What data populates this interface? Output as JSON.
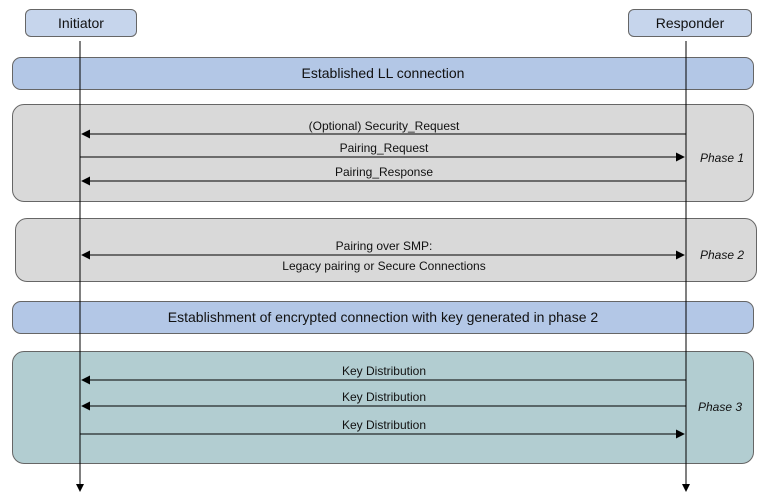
{
  "actors": {
    "initiator": "Initiator",
    "responder": "Responder"
  },
  "bars": {
    "ll_connection": "Established LL connection",
    "encrypted": "Establishment of encrypted connection with key generated in phase 2"
  },
  "phases": {
    "phase1": {
      "label": "Phase 1",
      "messages": [
        {
          "text": "(Optional) Security_Request",
          "direction": "to-initiator"
        },
        {
          "text": "Pairing_Request",
          "direction": "to-responder"
        },
        {
          "text": "Pairing_Response",
          "direction": "to-initiator"
        }
      ]
    },
    "phase2": {
      "label": "Phase 2",
      "messages": [
        {
          "line1": "Pairing over SMP:",
          "line2": "Legacy pairing or Secure Connections",
          "direction": "both"
        }
      ]
    },
    "phase3": {
      "label": "Phase 3",
      "messages": [
        {
          "text": "Key Distribution",
          "direction": "to-initiator"
        },
        {
          "text": "Key Distribution",
          "direction": "to-initiator"
        },
        {
          "text": "Key Distribution",
          "direction": "to-responder"
        }
      ]
    }
  },
  "colors": {
    "actor_fill": "#c6d5ec",
    "bar_fill": "#b3c7e6",
    "phase_fill": "#d9d9d9",
    "phase3_fill": "#b2cdd1"
  }
}
